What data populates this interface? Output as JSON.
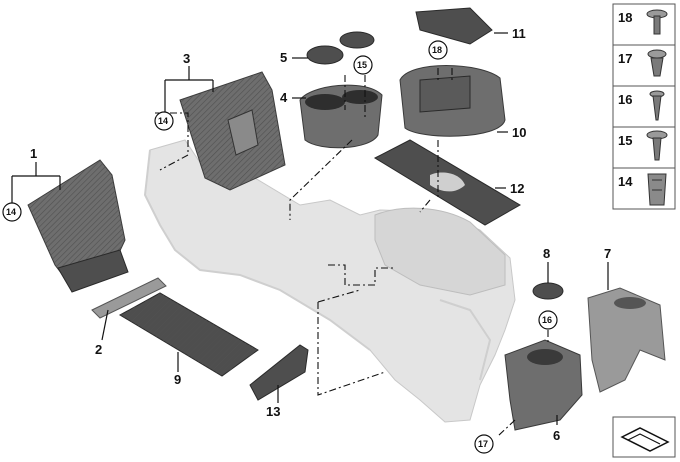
{
  "callouts": {
    "c1": "1",
    "c2": "2",
    "c3": "3",
    "c4": "4",
    "c5": "5",
    "c6": "6",
    "c7": "7",
    "c8": "8",
    "c9": "9",
    "c10": "10",
    "c11": "11",
    "c12": "12",
    "c13": "13",
    "c14a": "14",
    "c14b": "14",
    "c15": "15",
    "c16": "16",
    "c17": "17",
    "c18": "18"
  },
  "fastener_panel": {
    "rows": [
      {
        "number": "18",
        "icon": "screw-large-head-icon"
      },
      {
        "number": "17",
        "icon": "expanding-rivet-icon"
      },
      {
        "number": "16",
        "icon": "self-tapping-screw-icon"
      },
      {
        "number": "15",
        "icon": "flange-screw-icon"
      },
      {
        "number": "14",
        "icon": "clip-nut-icon"
      }
    ]
  }
}
